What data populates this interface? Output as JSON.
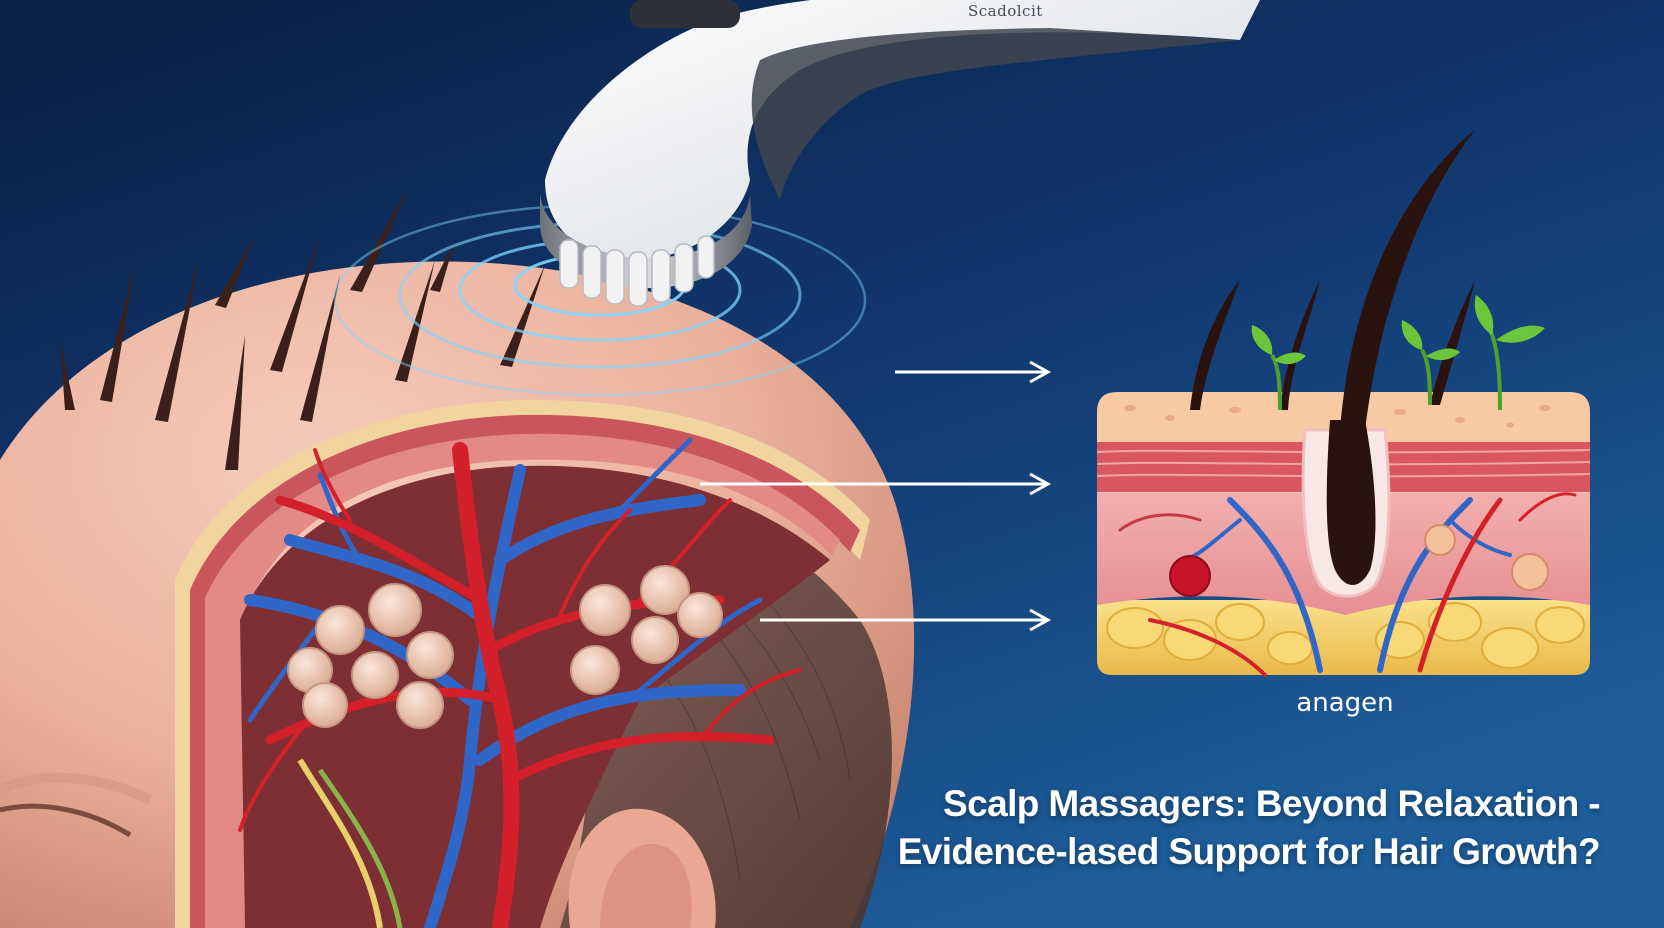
{
  "device": {
    "brand_text": "Scadolcit"
  },
  "diagram": {
    "stage_label": "anagen"
  },
  "headline": {
    "line1": "Scalp Massagers: Beyond Relaxation -",
    "line2": "Evidence-lased Support for Hair Growth?"
  },
  "colors": {
    "background_top": "#0a1f45",
    "background_bottom": "#1d5d9a",
    "skin": "#efb9a6",
    "artery": "#d3202a",
    "vein": "#2f66c8",
    "fat": "#f6d36c",
    "sprout": "#6cc53a"
  }
}
